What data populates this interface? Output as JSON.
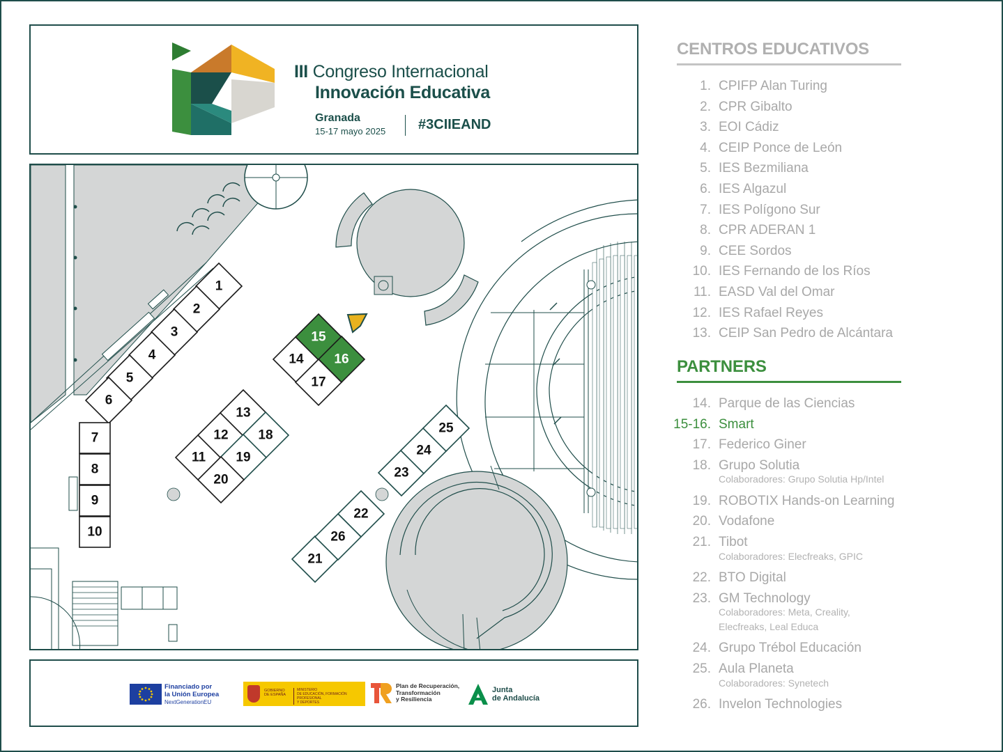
{
  "header": {
    "roman": "III",
    "line1": "Congreso Internacional",
    "line2": "Innovación Educativa",
    "city": "Granada",
    "dates": "15-17 mayo 2025",
    "hashtag": "#3CIIEAND"
  },
  "colors": {
    "frame": "#1f4d4a",
    "highlight_booth": "#3c8f3e",
    "marker": "#e8b21e",
    "floor_grey": "#d4d6d6",
    "list_grey": "#a8a8a8",
    "partners_green": "#3c8f3e"
  },
  "map": {
    "booths": [
      {
        "id": "1"
      },
      {
        "id": "2"
      },
      {
        "id": "3"
      },
      {
        "id": "4"
      },
      {
        "id": "5"
      },
      {
        "id": "6"
      },
      {
        "id": "7"
      },
      {
        "id": "8"
      },
      {
        "id": "9"
      },
      {
        "id": "10"
      },
      {
        "id": "11"
      },
      {
        "id": "12"
      },
      {
        "id": "13"
      },
      {
        "id": "14"
      },
      {
        "id": "15",
        "highlighted": true
      },
      {
        "id": "16",
        "highlighted": true
      },
      {
        "id": "17"
      },
      {
        "id": "18"
      },
      {
        "id": "19"
      },
      {
        "id": "20"
      },
      {
        "id": "21"
      },
      {
        "id": "22"
      },
      {
        "id": "23"
      },
      {
        "id": "24"
      },
      {
        "id": "25"
      },
      {
        "id": "26"
      }
    ],
    "marker_icon": "location-pentagon-icon"
  },
  "centros": {
    "title": "CENTROS EDUCATIVOS",
    "items": [
      {
        "num": "1.",
        "name": "CPIFP Alan Turing"
      },
      {
        "num": "2.",
        "name": "CPR Gibalto"
      },
      {
        "num": "3.",
        "name": "EOI Cádiz"
      },
      {
        "num": "4.",
        "name": "CEIP Ponce de León"
      },
      {
        "num": "5.",
        "name": "IES Bezmiliana"
      },
      {
        "num": "6.",
        "name": "IES Algazul"
      },
      {
        "num": "7.",
        "name": "IES Polígono Sur"
      },
      {
        "num": "8.",
        "name": "CPR ADERAN 1"
      },
      {
        "num": "9.",
        "name": "CEE Sordos"
      },
      {
        "num": "10.",
        "name": "IES Fernando de los Ríos"
      },
      {
        "num": "11.",
        "name": "EASD Val del Omar"
      },
      {
        "num": "12.",
        "name": "IES Rafael Reyes"
      },
      {
        "num": "13.",
        "name": "CEIP San Pedro de Alcántara"
      }
    ]
  },
  "partners": {
    "title": "PARTNERS",
    "items": [
      {
        "num": "14.",
        "name": "Parque de las Ciencias"
      },
      {
        "num": "15-16.",
        "name": "Smart",
        "highlighted": true
      },
      {
        "num": "17.",
        "name": "Federico Giner"
      },
      {
        "num": "18.",
        "name": "Grupo Solutia",
        "collab": [
          "Colaboradores: Grupo Solutia Hp/Intel"
        ]
      },
      {
        "num": "19.",
        "name": "ROBOTIX Hands-on Learning"
      },
      {
        "num": "20.",
        "name": "Vodafone"
      },
      {
        "num": "21.",
        "name": "Tibot",
        "collab": [
          "Colaboradores: Elecfreaks, GPIC"
        ]
      },
      {
        "num": "22.",
        "name": "BTO Digital"
      },
      {
        "num": "23.",
        "name": "GM Technology",
        "collab": [
          "Colaboradores: Meta, Creality,",
          "Elecfreaks, Leal Educa"
        ]
      },
      {
        "num": "24.",
        "name": "Grupo Trébol Educación"
      },
      {
        "num": "25.",
        "name": "Aula Planeta",
        "collab": [
          "Colaboradores: Synetech"
        ]
      },
      {
        "num": "26.",
        "name": "Invelon Technologies"
      }
    ]
  },
  "footer": {
    "eu_line1": "Financiado por",
    "eu_line2": "la Unión Europea",
    "eu_line3": "NextGenerationEU",
    "gob_line1": "GOBIERNO",
    "gob_line2": "DE ESPAÑA",
    "gob_ministry1": "MINISTERIO",
    "gob_ministry2": "DE EDUCACIÓN, FORMACIÓN PROFESIONAL",
    "gob_ministry3": "Y DEPORTES",
    "prtr_line1": "Plan de Recuperación,",
    "prtr_line2": "Transformación",
    "prtr_line3": "y Resiliencia",
    "ja_line1": "Junta",
    "ja_line2": "de Andalucía"
  }
}
